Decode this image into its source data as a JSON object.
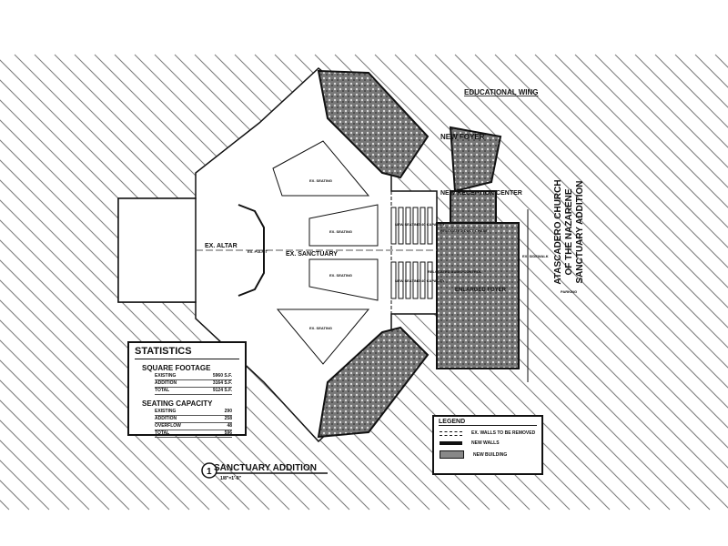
{
  "drawing": {
    "title_lines": [
      "ATASCADERO CHURCH",
      "OF THE NAZARENE",
      "SANCTUARY ADDITION"
    ],
    "plan_title": "SANCTUARY ADDITION",
    "plan_number": "1",
    "scale": "1/8\"=1'-0\""
  },
  "labels": {
    "educational_wing": "EDUCATIONAL WING",
    "new_foyer": "NEW FOYER",
    "new_reception_center": "NEW RECEPTION CENTER",
    "ex_altar": "EX. ALTAR",
    "ex_pulpit": "EX. PULPIT",
    "ex_sanctuary": "EX. SANCTUARY",
    "ex_seating": "EX. SEATING",
    "new_seating_1": "NEW SEATING 40 CAPACITY",
    "new_seating_2": "NEW SEATING 40 CAPACITY",
    "relocated_duct_chase": "RELOCATED DUCT CHASE",
    "relocated_audio_control": "RELOCATED AUDIO CONTROL",
    "enlarged_foyer": "ENLARGED FOYER",
    "ex_sidewalk": "EX. SIDEWALK",
    "parking": "PARKING"
  },
  "statistics": {
    "title": "STATISTICS",
    "square_footage": {
      "heading": "SQUARE FOOTAGE",
      "rows": [
        {
          "label": "EXISTING",
          "value": "5960 S.F."
        },
        {
          "label": "ADDITION",
          "value": "3164 S.F."
        },
        {
          "label": "TOTAL",
          "value": "9124 S.F."
        }
      ]
    },
    "seating_capacity": {
      "heading": "SEATING CAPACITY",
      "rows": [
        {
          "label": "EXISTING",
          "value": "290"
        },
        {
          "label": "ADDITION",
          "value": "258"
        },
        {
          "label": "OVERFLOW",
          "value": "48"
        },
        {
          "label": "TOTAL",
          "value": "596"
        }
      ]
    }
  },
  "legend": {
    "title": "LEGEND",
    "items": [
      {
        "label": "EX. WALLS TO BE REMOVED"
      },
      {
        "label": "NEW WALLS"
      },
      {
        "label": "NEW BUILDING"
      }
    ]
  }
}
